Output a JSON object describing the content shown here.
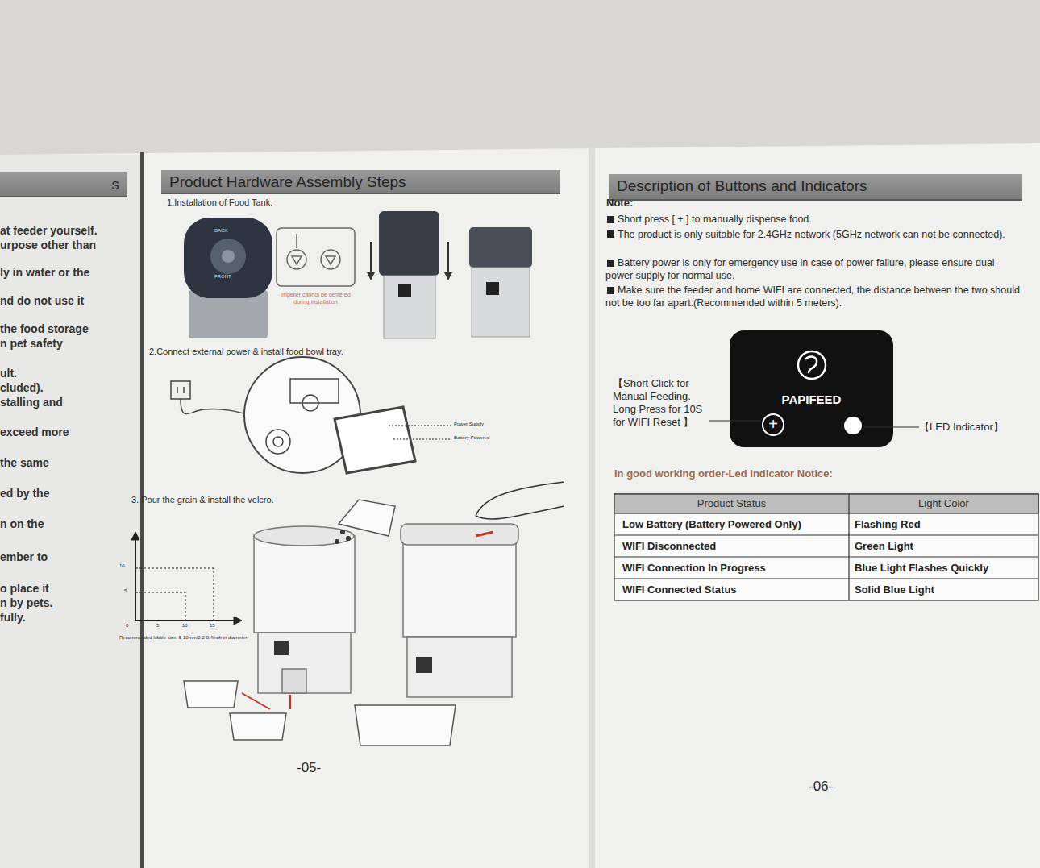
{
  "diagram": {
    "nodes": [
      {
        "text": [
          "s"
        ]
      },
      {
        "text": [
          "Product Hardware Assembly Steps"
        ]
      },
      {
        "text": [
          "Description of Buttons and Indicators"
        ]
      },
      {
        "text": [
          "PAPIFEED"
        ]
      },
      {
        "text": [
          "+"
        ],
        "in": 3
      }
    ],
    "labels": [
      "at feeder yourself.",
      "urpose other than",
      "ly in water or the",
      "nd do not use it",
      "the food storage",
      "n pet safety",
      "ult.",
      "cluded).",
      "stalling and",
      "exceed more",
      "the same",
      "ed by the",
      "n on the",
      "ember to",
      "o place it",
      "n by pets.",
      "fully.",
      "1.Installation of Food Tank.",
      "BACK",
      "FRONT",
      "Impeller cannot be centered during installation",
      "2.Connect external power & install food bowl tray.",
      "Power Supply",
      "Battery Powered",
      "3. Pour the grain & install the velcro.",
      "10",
      "5",
      "0",
      "5",
      "10",
      "15",
      "Recommended kibble size: 5-10mm/0.2-0.4inch in diameter",
      "-05-",
      "Note:",
      "Short press [ + ] to manually dispense food.",
      "The product is only suitable for 2.4GHz network (5GHz network can not be connected).",
      "Battery power is only for emergency use in case of power failure, please ensure dual power supply for normal use.",
      "Make sure the feeder and home WIFI are connected, the distance between the two should not be too far apart.(Recommended within 5 meters).",
      "【Short Click for Manual Feeding. Long Press for 10S for WIFI Reset 】",
      "【LED Indicator】",
      "In good working order-Led Indicator Notice:",
      "Product Status",
      "Light Color",
      "Low Battery (Battery Powered Only)",
      "Flashing Red",
      "WIFI Disconnected",
      "Green Light",
      "WIFI Connection In Progress",
      "Blue Light Flashes Quickly",
      "WIFI Connected Status",
      "Solid Blue Light",
      "-06-"
    ]
  }
}
